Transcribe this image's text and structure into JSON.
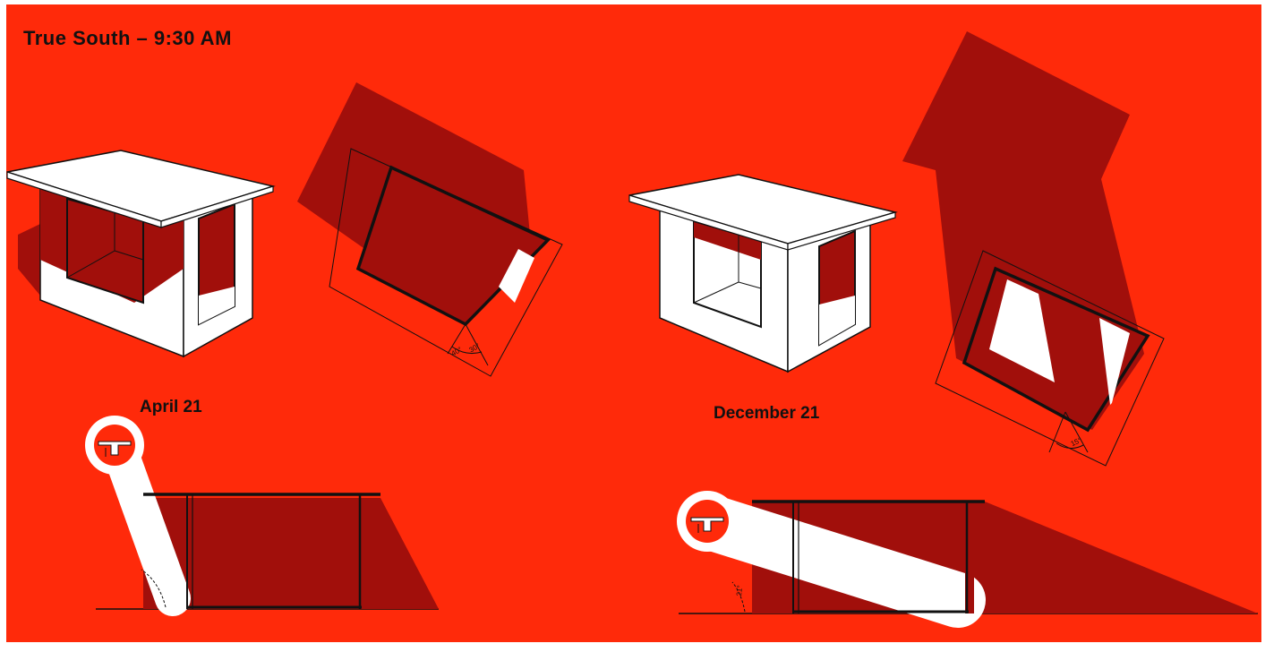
{
  "title": "True South – 9:30 AM",
  "panels": [
    {
      "label": "April 21"
    },
    {
      "label": "December 21"
    }
  ],
  "colors": {
    "background": "#ff2a0a",
    "shadow": "#a10f0b",
    "surface": "#ffffff",
    "ink": "#111111"
  },
  "angle_marks": [
    "40°",
    "30°",
    "15°",
    "21°"
  ],
  "icons": [
    "sun-symbol-icon"
  ]
}
